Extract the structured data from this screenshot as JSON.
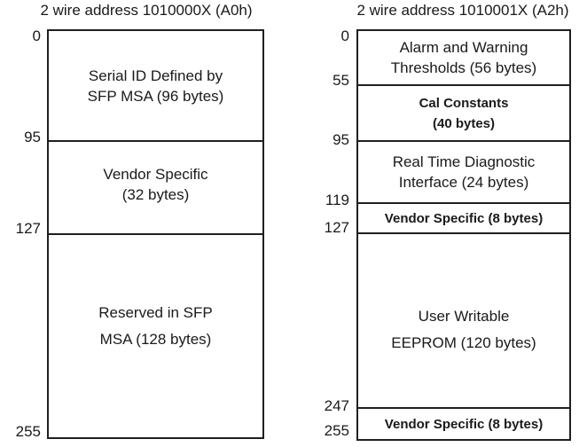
{
  "figure": {
    "type": "memory-map-diagram",
    "colors": {
      "text": "#1a1a1a",
      "line": "#1f1f1f",
      "background": "#ffffff"
    }
  },
  "diagrams": [
    {
      "title": "2 wire address 1010000X (A0h)",
      "address_marks": [
        "0",
        "95",
        "127",
        "255"
      ],
      "sections": [
        {
          "lines": [
            "Serial ID Defined by",
            "SFP MSA (96 bytes)"
          ]
        },
        {
          "lines": [
            "Vendor Specific",
            "(32 bytes)"
          ]
        },
        {
          "lines": [
            "Reserved in SFP",
            "MSA (128 bytes)"
          ]
        }
      ]
    },
    {
      "title": "2 wire address 1010001X (A2h)",
      "address_marks": [
        "0",
        "55",
        "95",
        "119",
        "127",
        "247",
        "255"
      ],
      "sections": [
        {
          "lines": [
            "Alarm and Warning",
            "Thresholds (56 bytes)"
          ]
        },
        {
          "lines": [
            "Cal Constants",
            "(40 bytes)"
          ]
        },
        {
          "lines": [
            "Real Time Diagnostic",
            "Interface (24 bytes)"
          ]
        },
        {
          "lines": [
            "Vendor Specific (8 bytes)"
          ]
        },
        {
          "lines": [
            "User Writable",
            "EEPROM (120 bytes)"
          ]
        },
        {
          "lines": [
            "Vendor Specific (8 bytes)"
          ]
        }
      ]
    }
  ]
}
